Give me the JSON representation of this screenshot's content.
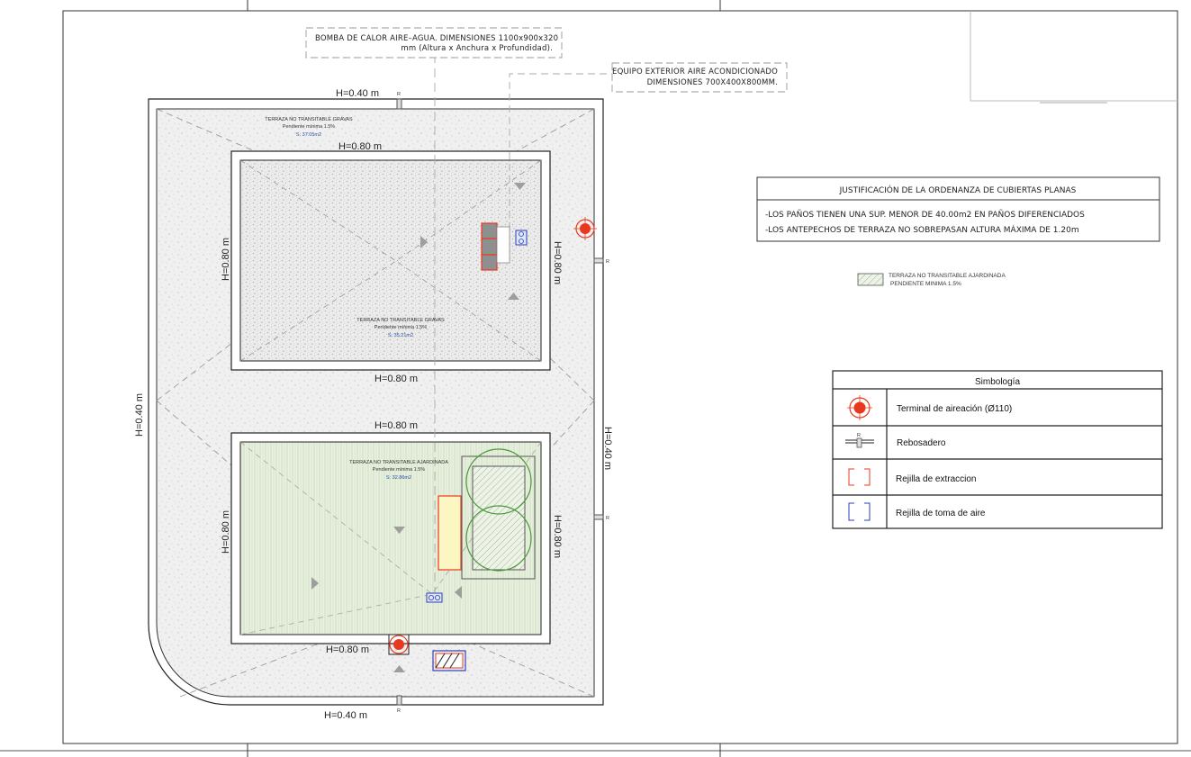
{
  "callouts": {
    "heat_pump_line1": "BOMBA DE CALOR AIRE–AGUA. DIMENSIONES 1100x900x320",
    "heat_pump_line2": "mm (Altura x Anchura x Profundidad).",
    "ac_unit_line1": "EQUIPO EXTERIOR AIRE ACONDICIONADO",
    "ac_unit_line2": "DIMENSIONES 700X400X800MM."
  },
  "dimensions": {
    "h040": "H=0.40 m",
    "h080": "H=0.80 m",
    "rebosadero_mark": "R"
  },
  "areas": {
    "top_outer": {
      "title": "TERRAZA NO TRANSITABLE GRAVAS",
      "slope": "Pendiente mínima 1.5%",
      "surface": "S: 37.05m2"
    },
    "top_inner": {
      "title": "TERRAZA NO TRANSITABLE GRAVAS",
      "slope": "Pendiente mínima 1.5%",
      "surface": "S: 35.21m2"
    },
    "bottom_inner": {
      "title": "TERRAZA NO TRANSITABLE AJARDINADA",
      "slope": "Pendiente mínima 1.5%",
      "surface": "S: 32.86m2"
    }
  },
  "justification": {
    "title": "JUSTIFICACIÓN DE LA ORDENANZA DE CUBIERTAS PLANAS",
    "line1": "-LOS PAÑOS TIENEN UNA SUP. MENOR DE 40.00m2 EN PAÑOS DIFERENCIADOS",
    "line2": "-LOS ANTEPECHOS DE TERRAZA NO SOBREPASAN  ALTURA MÁXIMA DE 1.20m"
  },
  "hatch_legend": {
    "line1": "TERRAZA NO TRANSITABLE AJARDINADA",
    "line2": "PENDIENTE MINIMA 1.5%"
  },
  "symbology": {
    "title": "Simbología",
    "items": [
      {
        "label": "Terminal de aireación   (Ø110)"
      },
      {
        "label": "Rebosadero"
      },
      {
        "label": "Rejilla de extraccion"
      },
      {
        "label": "Rejilla de toma de aire"
      }
    ]
  },
  "colors": {
    "red": "#e8391f",
    "blue": "#2b3fb8",
    "green": "#4a9a3a",
    "gravel": "#f1f1f1",
    "garden": "#e6efdc"
  }
}
